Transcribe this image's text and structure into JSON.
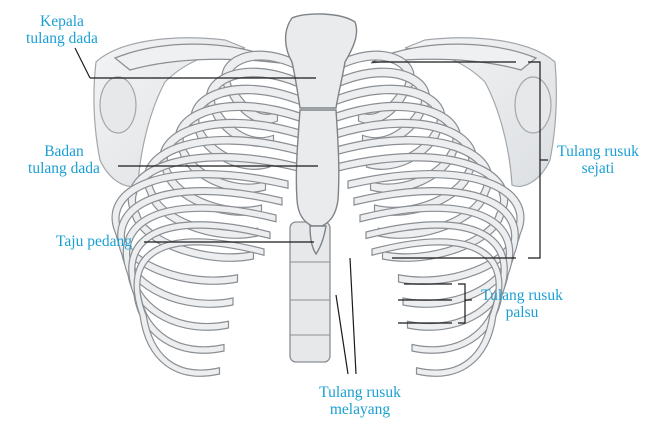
{
  "colors": {
    "label": "#1a9fd3",
    "bone_fill": "#eceef0",
    "bone_stroke": "#8b8f93",
    "leader": "#1a1a1a"
  },
  "labels": {
    "kepala": {
      "line1": "Kepala",
      "line2": "tulang dada"
    },
    "badan": {
      "line1": "Badan",
      "line2": "tulang dada"
    },
    "taju": {
      "line1": "Taju pedang"
    },
    "sejati": {
      "line1": "Tulang rusuk",
      "line2": "sejati"
    },
    "palsu": {
      "line1": "Tulang rusuk",
      "line2": "palsu"
    },
    "melayang": {
      "line1": "Tulang rusuk",
      "line2": "melayang"
    }
  }
}
